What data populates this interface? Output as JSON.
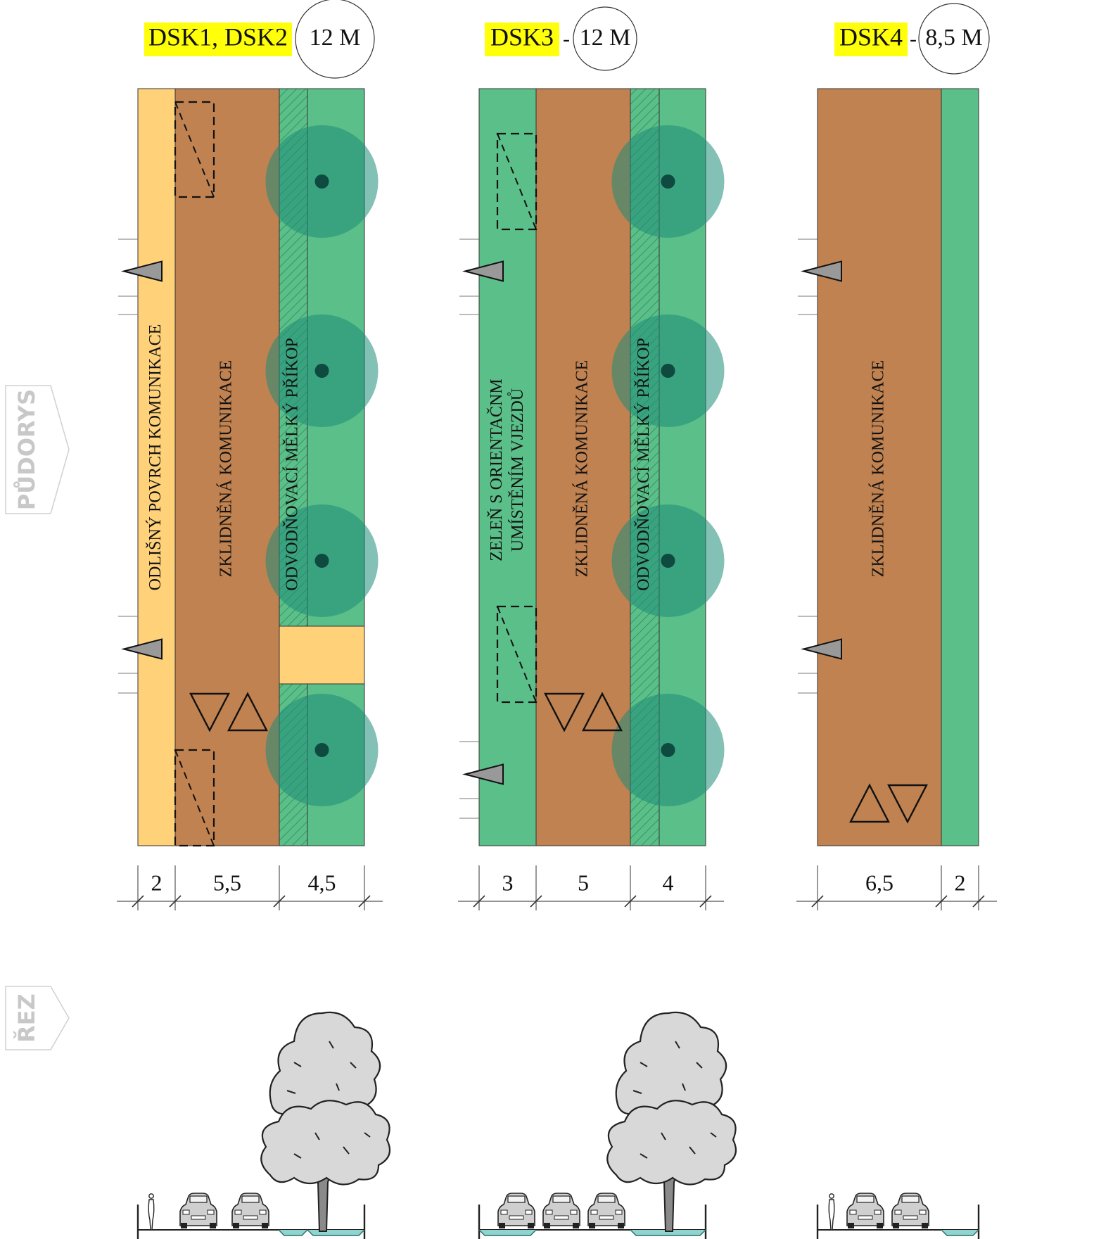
{
  "colors": {
    "sidewalk": "#FFD27A",
    "road": "#C08250",
    "green": "#5BBF8A",
    "ditch_hatch": "#3C9C62",
    "tree_canopy": "#1E8C78",
    "tree_dot": "#0E4A40",
    "highlight": "#FFFF0A",
    "water": "#8FD4CF"
  },
  "side_labels": {
    "plan": "PŮDORYS",
    "section": "ŘEZ"
  },
  "profiles": [
    {
      "code": "DSK1, DSK2",
      "dash": "-",
      "width": "12 M",
      "strips": [
        {
          "type": "sidewalk",
          "label": "ODLIŠNÝ POVRCH KOMUNIKACE"
        },
        {
          "type": "road",
          "label": "ZKLIDNĚNÁ  KOMUNIKACE"
        },
        {
          "type": "ditch",
          "label": "ODVODŇOVACÍ MĚLKÝ PŘÍKOP"
        },
        {
          "type": "green",
          "label": ""
        }
      ],
      "dimensions": [
        "2",
        "5,5",
        "4,5"
      ]
    },
    {
      "code": "DSK3",
      "dash": "-",
      "width": "12 M",
      "strips": [
        {
          "type": "green",
          "label": "ZELEŇ S ORIENTAČNM UMÍSTĚNÍM VJEZDŮ"
        },
        {
          "type": "road",
          "label": "ZKLIDNĚNÁ  KOMUNIKACE"
        },
        {
          "type": "ditch",
          "label": "ODVODŇOVACÍ MĚLKÝ PŘÍKOP"
        },
        {
          "type": "green",
          "label": ""
        }
      ],
      "dimensions": [
        "3",
        "5",
        "4"
      ]
    },
    {
      "code": "DSK4",
      "dash": "-",
      "width": "8,5 M",
      "strips": [
        {
          "type": "road",
          "label": "ZKLIDNĚNÁ  KOMUNIKACE"
        },
        {
          "type": "green",
          "label": ""
        }
      ],
      "dimensions": [
        "6,5",
        "2"
      ]
    }
  ]
}
